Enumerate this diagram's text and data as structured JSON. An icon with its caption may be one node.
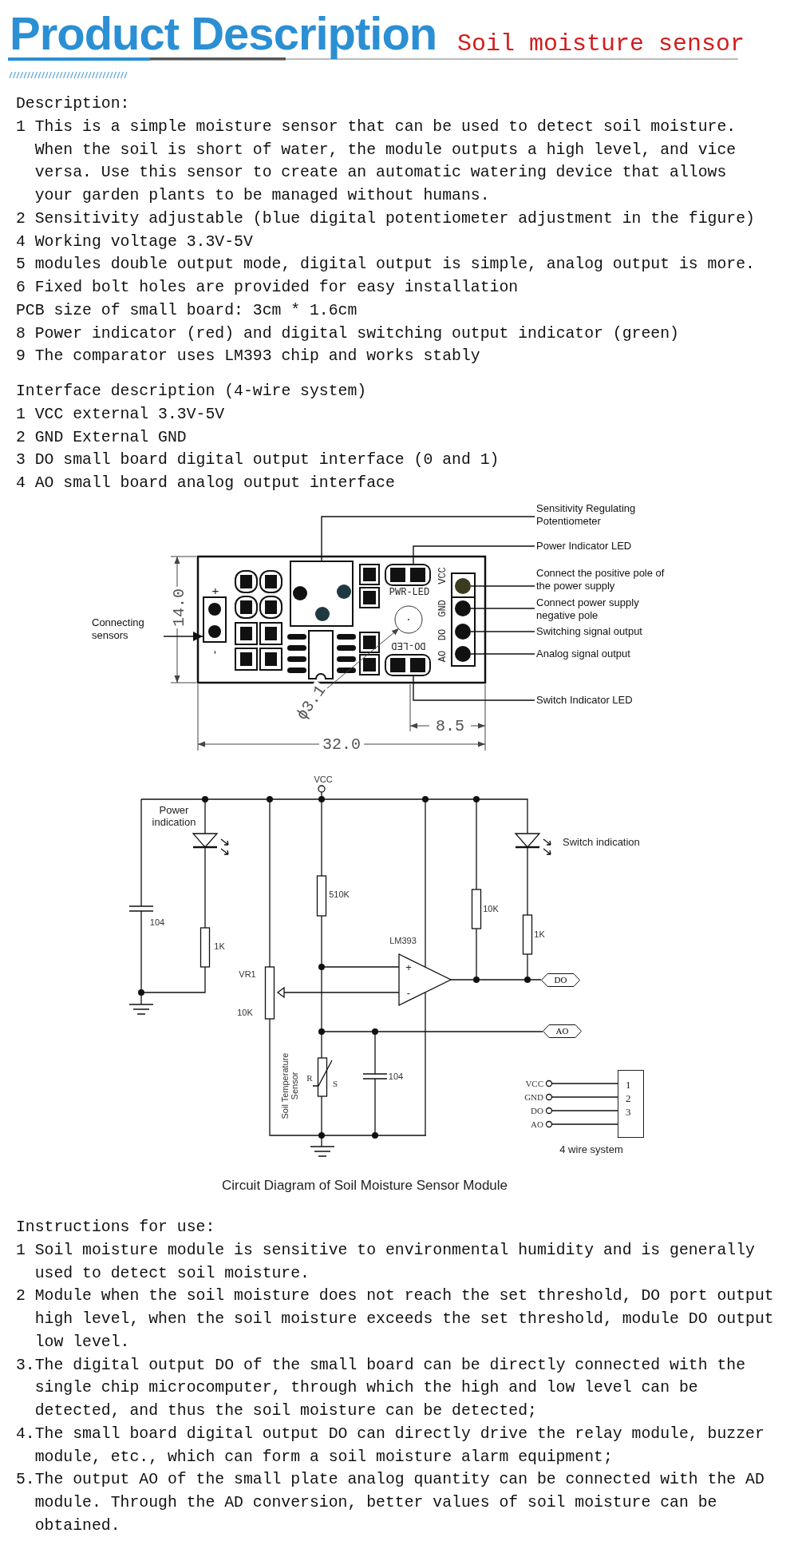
{
  "diagram": {
    "title": "Product Description",
    "caption": "Circuit Diagram of Soil Moisture Sensor Module",
    "nodes": [
      {
        "text": [
          "Sensitivity Regulating Potentiometer"
        ]
      },
      {
        "text": [],
        "shape": "box"
      },
      {
        "text": [
          "Power Indicator LED"
        ]
      },
      {
        "text": [],
        "shape": "box"
      },
      {
        "text": [
          "Connecting sensors"
        ]
      },
      {
        "text": [],
        "shape": "box"
      },
      {
        "text": [
          "Connect the positive pole of the power supply"
        ]
      },
      {
        "text": [],
        "shape": "circle"
      },
      {
        "text": [
          "Connect power supply negative pole"
        ]
      },
      {
        "text": [],
        "shape": "circle"
      },
      {
        "text": [
          "Switching signal output"
        ]
      },
      {
        "text": [],
        "shape": "circle"
      },
      {
        "text": [
          "Analog signal output"
        ]
      },
      {
        "text": [],
        "shape": "circle"
      },
      {
        "text": [
          "Switch Indicator LED"
        ]
      },
      {
        "text": [],
        "shape": "box"
      },
      {
        "text": [
          "DO"
        ]
      },
      {
        "text": [
          "AO"
        ]
      },
      {
        "text": [
          "1",
          "2",
          "3"
        ]
      }
    ],
    "edges": [
      {
        "from": 0,
        "to": 1,
        "arrow": "none"
      },
      {
        "from": 2,
        "to": 3,
        "arrow": "none"
      },
      {
        "from": 4,
        "to": 5,
        "arrow": "to"
      },
      {
        "from": 6,
        "to": 7,
        "arrow": "none"
      },
      {
        "from": 8,
        "to": 9,
        "arrow": "none"
      },
      {
        "from": 10,
        "to": 11,
        "arrow": "none"
      },
      {
        "from": 12,
        "to": 13,
        "arrow": "none"
      },
      {
        "from": 14,
        "to": 15,
        "arrow": "none"
      }
    ],
    "labels": [
      "Soil moisture sensor",
      "Description:",
      "1 This is a simple moisture sensor that can be used to detect soil moisture. When the soil is short of water, the module outputs a high level, and vice versa. Use this sensor to create an automatic watering device that allows your garden plants to be managed without humans.",
      "2 Sensitivity adjustable (blue digital potentiometer adjustment in the figure)",
      "4 Working voltage 3.3V-5V",
      "5 modules double output mode, digital output is simple, analog output is more.",
      "6 Fixed bolt holes are provided for easy installation",
      "PCB size of small board: 3cm * 1.6cm",
      "8 Power indicator (red) and digital switching output indicator (green)",
      "9 The comparator uses LM393 chip and works stably",
      "Interface description (4-wire system)",
      "1 VCC external 3.3V-5V",
      "2 GND External GND",
      "3 DO small board digital output interface (0 and 1)",
      "4 AO small board analog output interface",
      "+",
      "-",
      "PWR-LED",
      "VCC",
      "GND",
      "DO",
      "AO",
      "DO-LED",
      "14.0",
      "ϕ3.1",
      "8.5",
      "32.0",
      "VCC",
      "Power indication",
      "104",
      "1K",
      "510K",
      "LM393",
      "VR1",
      "10K",
      "+",
      "-",
      "10K",
      "1K",
      "Switch indication",
      "Soil Temperature Sensor",
      "R",
      "S",
      "104",
      "VCC",
      "GND",
      "DO",
      "AO",
      "4 wire system",
      "Instructions for use:",
      "1 Soil moisture module is sensitive to environmental humidity and is generally used to detect soil moisture.",
      "2 Module when the soil moisture does not reach the set threshold, DO port output high level, when the soil moisture exceeds the set threshold, module DO output low level.",
      "3.The digital output DO of the small board can be directly connected with the single chip microcomputer, through which the high and low level can be detected, and thus the soil moisture can be detected;",
      "4.The small board digital output DO can directly drive the relay module, buzzer module, etc., which can form a soil moisture alarm equipment;",
      "5.The output AO of the small plate analog quantity can be connected with the AD module. Through the AD conversion, better values of soil moisture can be obtained."
    ]
  }
}
